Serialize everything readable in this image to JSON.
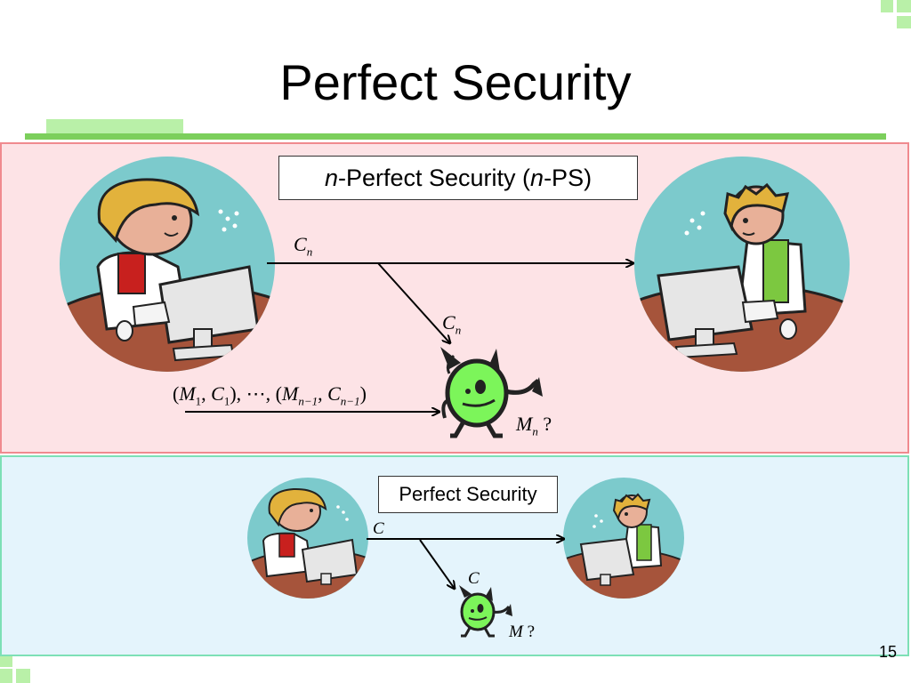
{
  "slide": {
    "title": "Perfect Security",
    "page_number": "15"
  },
  "top_panel": {
    "label_italic_1": "n",
    "label_text_1": "-Perfect Security (",
    "label_italic_2": "n",
    "label_text_2": "-PS)",
    "cipher_main": "C",
    "cipher_main_sub": "n",
    "cipher_eve": "C",
    "cipher_eve_sub": "n",
    "history": "(M1, C1), ⋯, (Mn−1, Cn−1)",
    "history_parts": {
      "open1": "(",
      "m1": "M",
      "m1_sub": "1",
      "comma1": ", ",
      "c1": "C",
      "c1_sub": "1",
      "close1": "), ⋯, (",
      "mn1": "M",
      "mn1_sub": "n−1",
      "comma2": ", ",
      "cn1": "C",
      "cn1_sub": "n−1",
      "close2": ")"
    },
    "question": "M",
    "question_sub": "n",
    "question_mark": " ?"
  },
  "bottom_panel": {
    "label": "Perfect Security",
    "cipher_main": "C",
    "cipher_eve": "C",
    "question": "M",
    "question_mark": " ?"
  },
  "colors": {
    "top_bg": "#fde3e6",
    "top_border": "#f08a8f",
    "bottom_bg": "#e4f4fc",
    "bottom_border": "#7de0b6",
    "accent_green": "#7ccf5c",
    "circle_teal": "#7ccacc",
    "eve_green": "#7cf55a"
  }
}
